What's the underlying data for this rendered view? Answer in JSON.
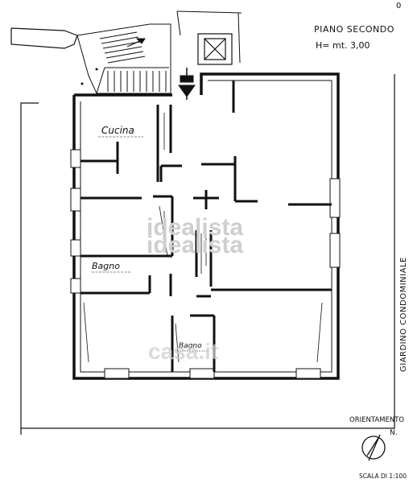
{
  "header": {
    "floor_title": "PIANO SECONDO",
    "height_note": "H= mt. 3,00",
    "corner_mark": "0"
  },
  "rooms": {
    "kitchen": "Cucina",
    "bath_left": "Bagno",
    "bath_center": "Bagno"
  },
  "side_label": {
    "garden": "GIARDINO CONDOMINIALE",
    "connector": "---"
  },
  "watermark": {
    "line1": "idealista",
    "line2": "idealista",
    "bottom": "casa.it"
  },
  "orientation": {
    "label": "ORIENTAMENTO",
    "north": "N."
  },
  "scale": {
    "label": "SCALA DI 1:100"
  },
  "colors": {
    "ink": "#111111",
    "paper": "#ffffff",
    "watermark": "#cfcfcf"
  }
}
